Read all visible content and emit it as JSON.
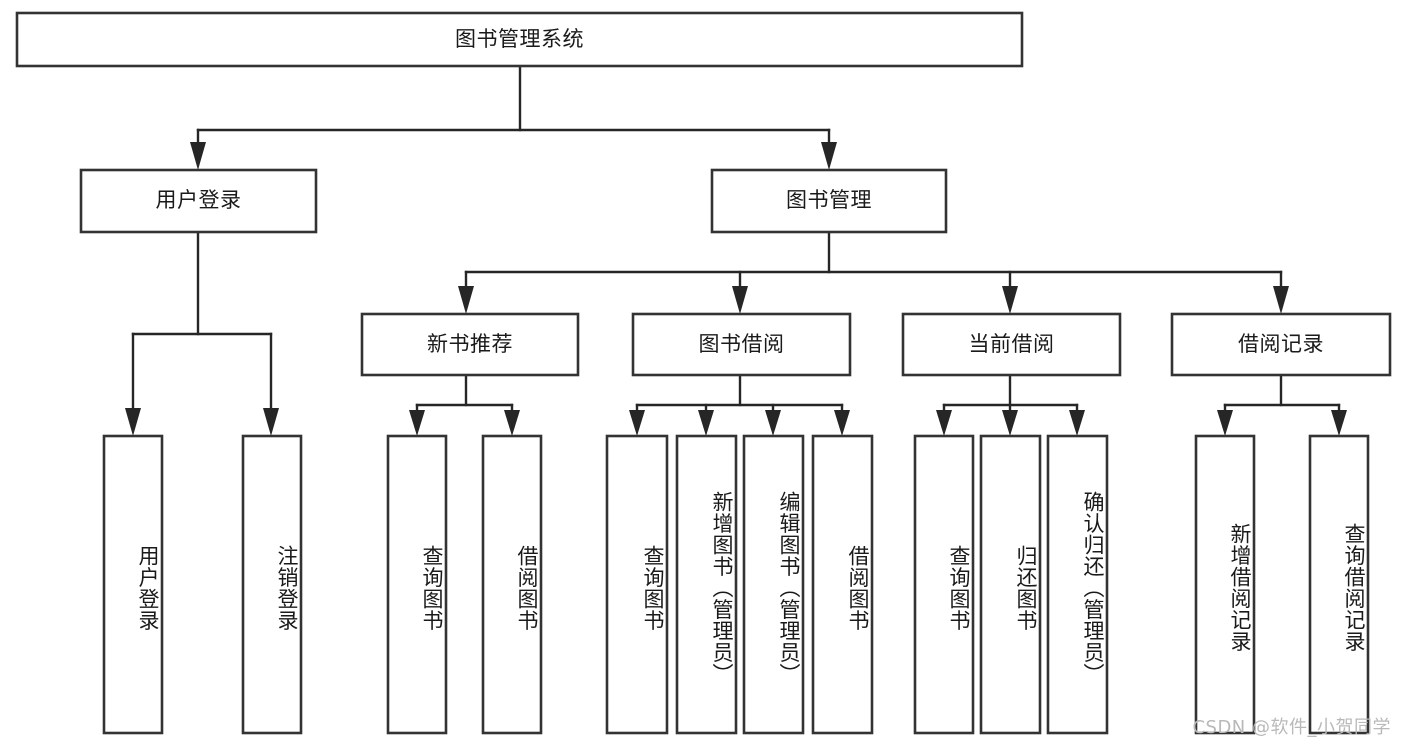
{
  "diagram": {
    "title": "图书管理系统",
    "watermark": "CSDN @软件_小贺同学",
    "type": "tree-hierarchy",
    "colors": {
      "box_fill": "#ffffff",
      "box_stroke": "#333333",
      "connector": "#262626",
      "text": "#1a1a1a",
      "watermark": "#b9b9b9"
    },
    "nodes": {
      "root": {
        "label": "图书管理系统",
        "level": 1,
        "orientation": "horizontal"
      },
      "user_login": {
        "label": "用户登录",
        "level": 2,
        "orientation": "horizontal"
      },
      "book_manage": {
        "label": "图书管理",
        "level": 2,
        "orientation": "horizontal"
      },
      "new_book_rec": {
        "label": "新书推荐",
        "level": 3,
        "orientation": "horizontal"
      },
      "book_borrow": {
        "label": "图书借阅",
        "level": 3,
        "orientation": "horizontal"
      },
      "current_borrow": {
        "label": "当前借阅",
        "level": 3,
        "orientation": "horizontal"
      },
      "borrow_record": {
        "label": "借阅记录",
        "level": 3,
        "orientation": "horizontal"
      },
      "leaf_user_login": {
        "label": "用户登录",
        "level": 4,
        "orientation": "vertical"
      },
      "leaf_logout": {
        "label": "注销登录",
        "level": 4,
        "orientation": "vertical"
      },
      "leaf_query_book_1": {
        "label": "查询图书",
        "level": 4,
        "orientation": "vertical"
      },
      "leaf_borrow_book_1": {
        "label": "借阅图书",
        "level": 4,
        "orientation": "vertical"
      },
      "leaf_query_book_2": {
        "label": "查询图书",
        "level": 4,
        "orientation": "vertical"
      },
      "leaf_add_book": {
        "label": "新增图书（管理员）",
        "level": 4,
        "orientation": "vertical"
      },
      "leaf_edit_book": {
        "label": "编辑图书（管理员）",
        "level": 4,
        "orientation": "vertical"
      },
      "leaf_borrow_book_2": {
        "label": "借阅图书",
        "level": 4,
        "orientation": "vertical"
      },
      "leaf_query_book_3": {
        "label": "查询图书",
        "level": 4,
        "orientation": "vertical"
      },
      "leaf_return_book": {
        "label": "归还图书",
        "level": 4,
        "orientation": "vertical"
      },
      "leaf_confirm_return": {
        "label": "确认归还（管理员）",
        "level": 4,
        "orientation": "vertical"
      },
      "leaf_add_record": {
        "label": "新增借阅记录",
        "level": 4,
        "orientation": "vertical"
      },
      "leaf_query_record": {
        "label": "查询借阅记录",
        "level": 4,
        "orientation": "vertical"
      }
    },
    "edges": [
      {
        "from": "root",
        "to": "user_login"
      },
      {
        "from": "root",
        "to": "book_manage"
      },
      {
        "from": "user_login",
        "to": "leaf_user_login"
      },
      {
        "from": "user_login",
        "to": "leaf_logout"
      },
      {
        "from": "book_manage",
        "to": "new_book_rec"
      },
      {
        "from": "book_manage",
        "to": "book_borrow"
      },
      {
        "from": "book_manage",
        "to": "current_borrow"
      },
      {
        "from": "book_manage",
        "to": "borrow_record"
      },
      {
        "from": "new_book_rec",
        "to": "leaf_query_book_1"
      },
      {
        "from": "new_book_rec",
        "to": "leaf_borrow_book_1"
      },
      {
        "from": "book_borrow",
        "to": "leaf_query_book_2"
      },
      {
        "from": "book_borrow",
        "to": "leaf_add_book"
      },
      {
        "from": "book_borrow",
        "to": "leaf_edit_book"
      },
      {
        "from": "book_borrow",
        "to": "leaf_borrow_book_2"
      },
      {
        "from": "current_borrow",
        "to": "leaf_query_book_3"
      },
      {
        "from": "current_borrow",
        "to": "leaf_return_book"
      },
      {
        "from": "current_borrow",
        "to": "leaf_confirm_return"
      },
      {
        "from": "borrow_record",
        "to": "leaf_add_record"
      },
      {
        "from": "borrow_record",
        "to": "leaf_query_record"
      }
    ]
  }
}
